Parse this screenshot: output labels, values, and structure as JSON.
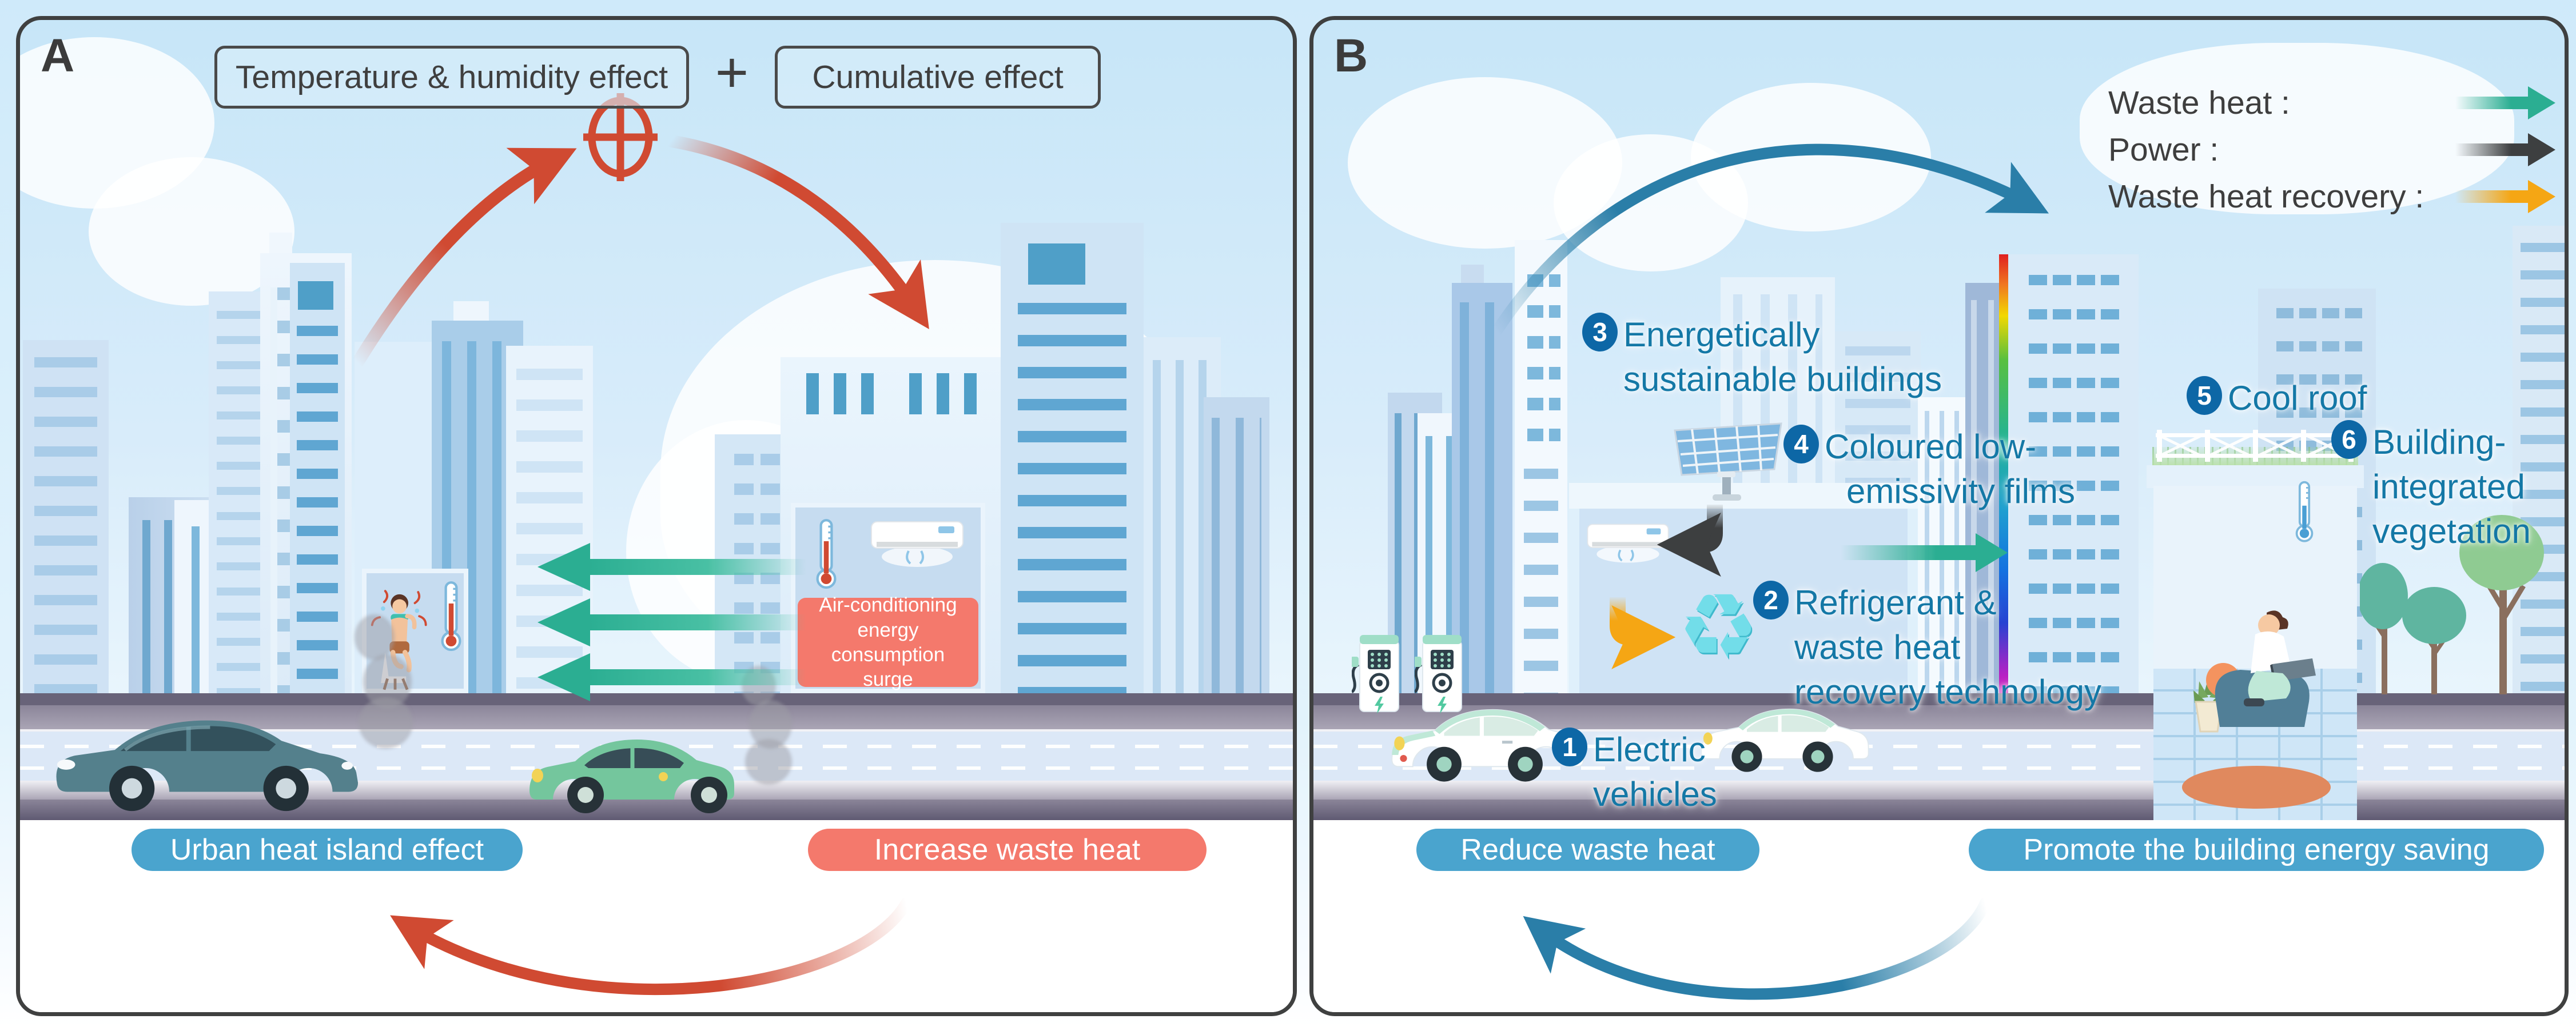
{
  "title_letters": {
    "a": "A",
    "b": "B"
  },
  "panel_a": {
    "boxes": {
      "left": "Temperature & humidity effect",
      "plus": "+",
      "right": "Cumulative effect"
    },
    "room_caption": "Air-conditioning energy consumption surge",
    "pill_left": "Urban heat island effect",
    "pill_right": "Increase waste heat"
  },
  "panel_b": {
    "legend": {
      "waste_heat": "Waste heat :",
      "power": "Power :",
      "waste_heat_recovery": "Waste heat recovery :"
    },
    "measures": {
      "m1": {
        "num": "1",
        "line1": "Electric",
        "line2": "vehicles"
      },
      "m2": {
        "num": "2",
        "line1": "Refrigerant &",
        "line2": "waste heat",
        "line3": "recovery technology"
      },
      "m3": {
        "num": "3",
        "line1": "Energetically",
        "line2": "sustainable buildings"
      },
      "m4": {
        "num": "4",
        "line1": "Coloured low-",
        "line2": "emissivity films"
      },
      "m5": {
        "num": "5",
        "line1": "Cool roof"
      },
      "m6": {
        "num": "6",
        "line1": "Building-",
        "line2": "integrated",
        "line3": "vegetation"
      }
    },
    "pill_left": "Reduce waste heat",
    "pill_right": "Promote the building energy saving"
  },
  "colors": {
    "waste_heat_arrow": "#2bae92",
    "power_arrow": "#3d3f40",
    "waste_heat_recovery_arrow": "#f5a614",
    "uhi_cycle_arrow": "#d04a32",
    "mitigation_cycle_arrow": "#2a7ea8",
    "pill_blue": "#4aa4ce",
    "pill_salmon": "#f4796c",
    "badge_blue": "#0d67a6",
    "label_blue": "#1478a6"
  }
}
